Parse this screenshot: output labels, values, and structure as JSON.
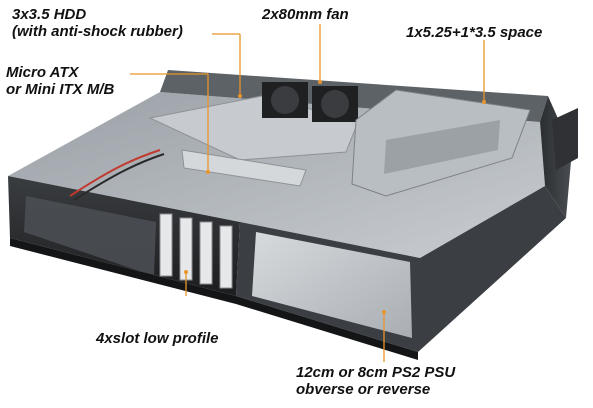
{
  "callouts": {
    "hdd": {
      "line1": "3x3.5 HDD",
      "line2": "(with anti-shock rubber)"
    },
    "fan": {
      "text": "2x80mm fan"
    },
    "bays": {
      "text": "1x5.25+1*3.5 space"
    },
    "mb": {
      "line1": "Micro ATX",
      "line2": "or Mini ITX M/B"
    },
    "slots": {
      "text": "4xslot low profile"
    },
    "psu": {
      "line1": "12cm or 8cm PS2 PSU",
      "line2": "obverse or reverse"
    }
  },
  "colors": {
    "leader": "#e8952a",
    "chassis_dark": "#2a2c2e",
    "chassis_mid": "#6b7075",
    "metal_light": "#b9bec3"
  }
}
